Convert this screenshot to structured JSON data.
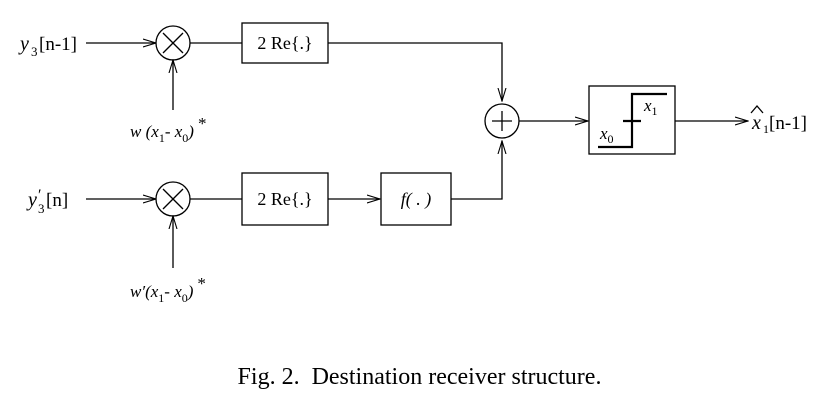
{
  "diagram": {
    "title": "Destination receiver structure",
    "inputs": {
      "top": {
        "symbol": "y",
        "subscript": "3",
        "prime": "",
        "index": "[n-1]"
      },
      "bottom": {
        "symbol": "y",
        "subscript": "3",
        "prime": "′",
        "index": "[n]"
      }
    },
    "weights": {
      "top": {
        "w": "w",
        "prime": "",
        "open": " (",
        "x1": "x",
        "x1_sub": "1",
        "minus": "- ",
        "x0": "x",
        "x0_sub": "0",
        "close": ")",
        "star": "*"
      },
      "bottom": {
        "w": "w",
        "prime": "′",
        "open": "(",
        "x1": "x",
        "x1_sub": "1",
        "minus": "- ",
        "x0": "x",
        "x0_sub": "0",
        "close": ")",
        "star": "*"
      }
    },
    "multiplier_symbol": "×",
    "adder_symbol": "+",
    "blocks": {
      "re_top": "2 Re{.}",
      "re_bottom": "2 Re{.}",
      "f_block": "f( . )"
    },
    "decision": {
      "label_low": "x",
      "label_low_sub": "0",
      "label_high": "x",
      "label_high_sub": "1"
    },
    "output": {
      "symbol": "x",
      "subscript": "1",
      "hat": "^",
      "index": "[n-1]"
    }
  },
  "caption": {
    "prefix": "Fig. 2.",
    "text": "Destination receiver structure."
  }
}
